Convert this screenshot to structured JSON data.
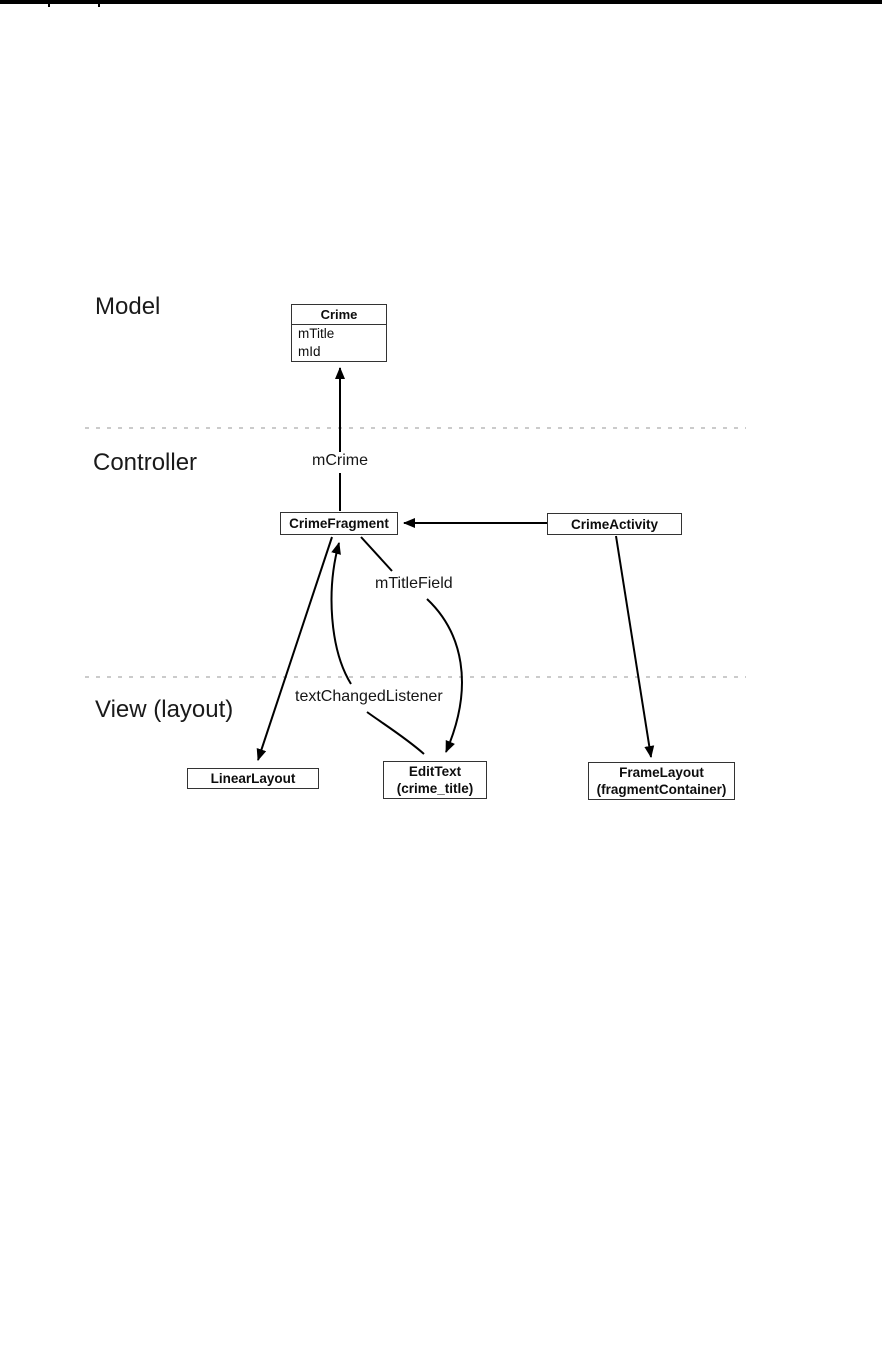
{
  "sections": {
    "model": "Model",
    "controller": "Controller",
    "view": "View (layout)"
  },
  "classes": {
    "crime": {
      "name": "Crime",
      "fields": [
        "mTitle",
        "mId"
      ]
    },
    "crime_fragment": {
      "name": "CrimeFragment"
    },
    "crime_activity": {
      "name": "CrimeActivity"
    },
    "linear_layout": {
      "name": "LinearLayout"
    },
    "edit_text": {
      "name": "EditText",
      "sub": "(crime_title)"
    },
    "frame_layout": {
      "name": "FrameLayout",
      "sub": "(fragmentContainer)"
    }
  },
  "associations": {
    "m_crime": "mCrime",
    "m_title_field": "mTitleField",
    "text_changed_listener": "textChangedListener"
  },
  "colors": {
    "line": "#000000",
    "divider": "#cbcbcb",
    "box_border": "#333333",
    "page_rule": "#000000"
  }
}
